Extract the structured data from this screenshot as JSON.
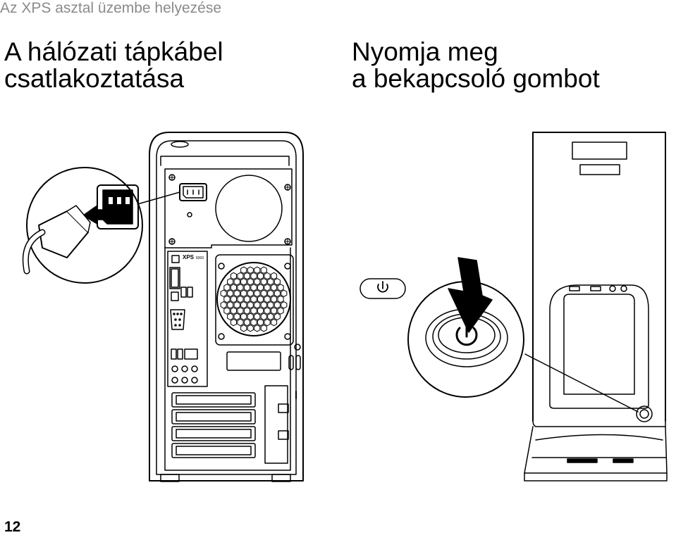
{
  "header": {
    "section_title": "Az XPS asztal üzembe helyezése"
  },
  "left_step": {
    "line1": "A hálózati tápkábel",
    "line2": "csatlakoztatása"
  },
  "right_step": {
    "line1": "Nyomja meg",
    "line2": "a bekapcsoló gombot"
  },
  "rear_panel": {
    "model_label": "XPS",
    "model_number": "8300"
  },
  "page": {
    "number": "12"
  }
}
